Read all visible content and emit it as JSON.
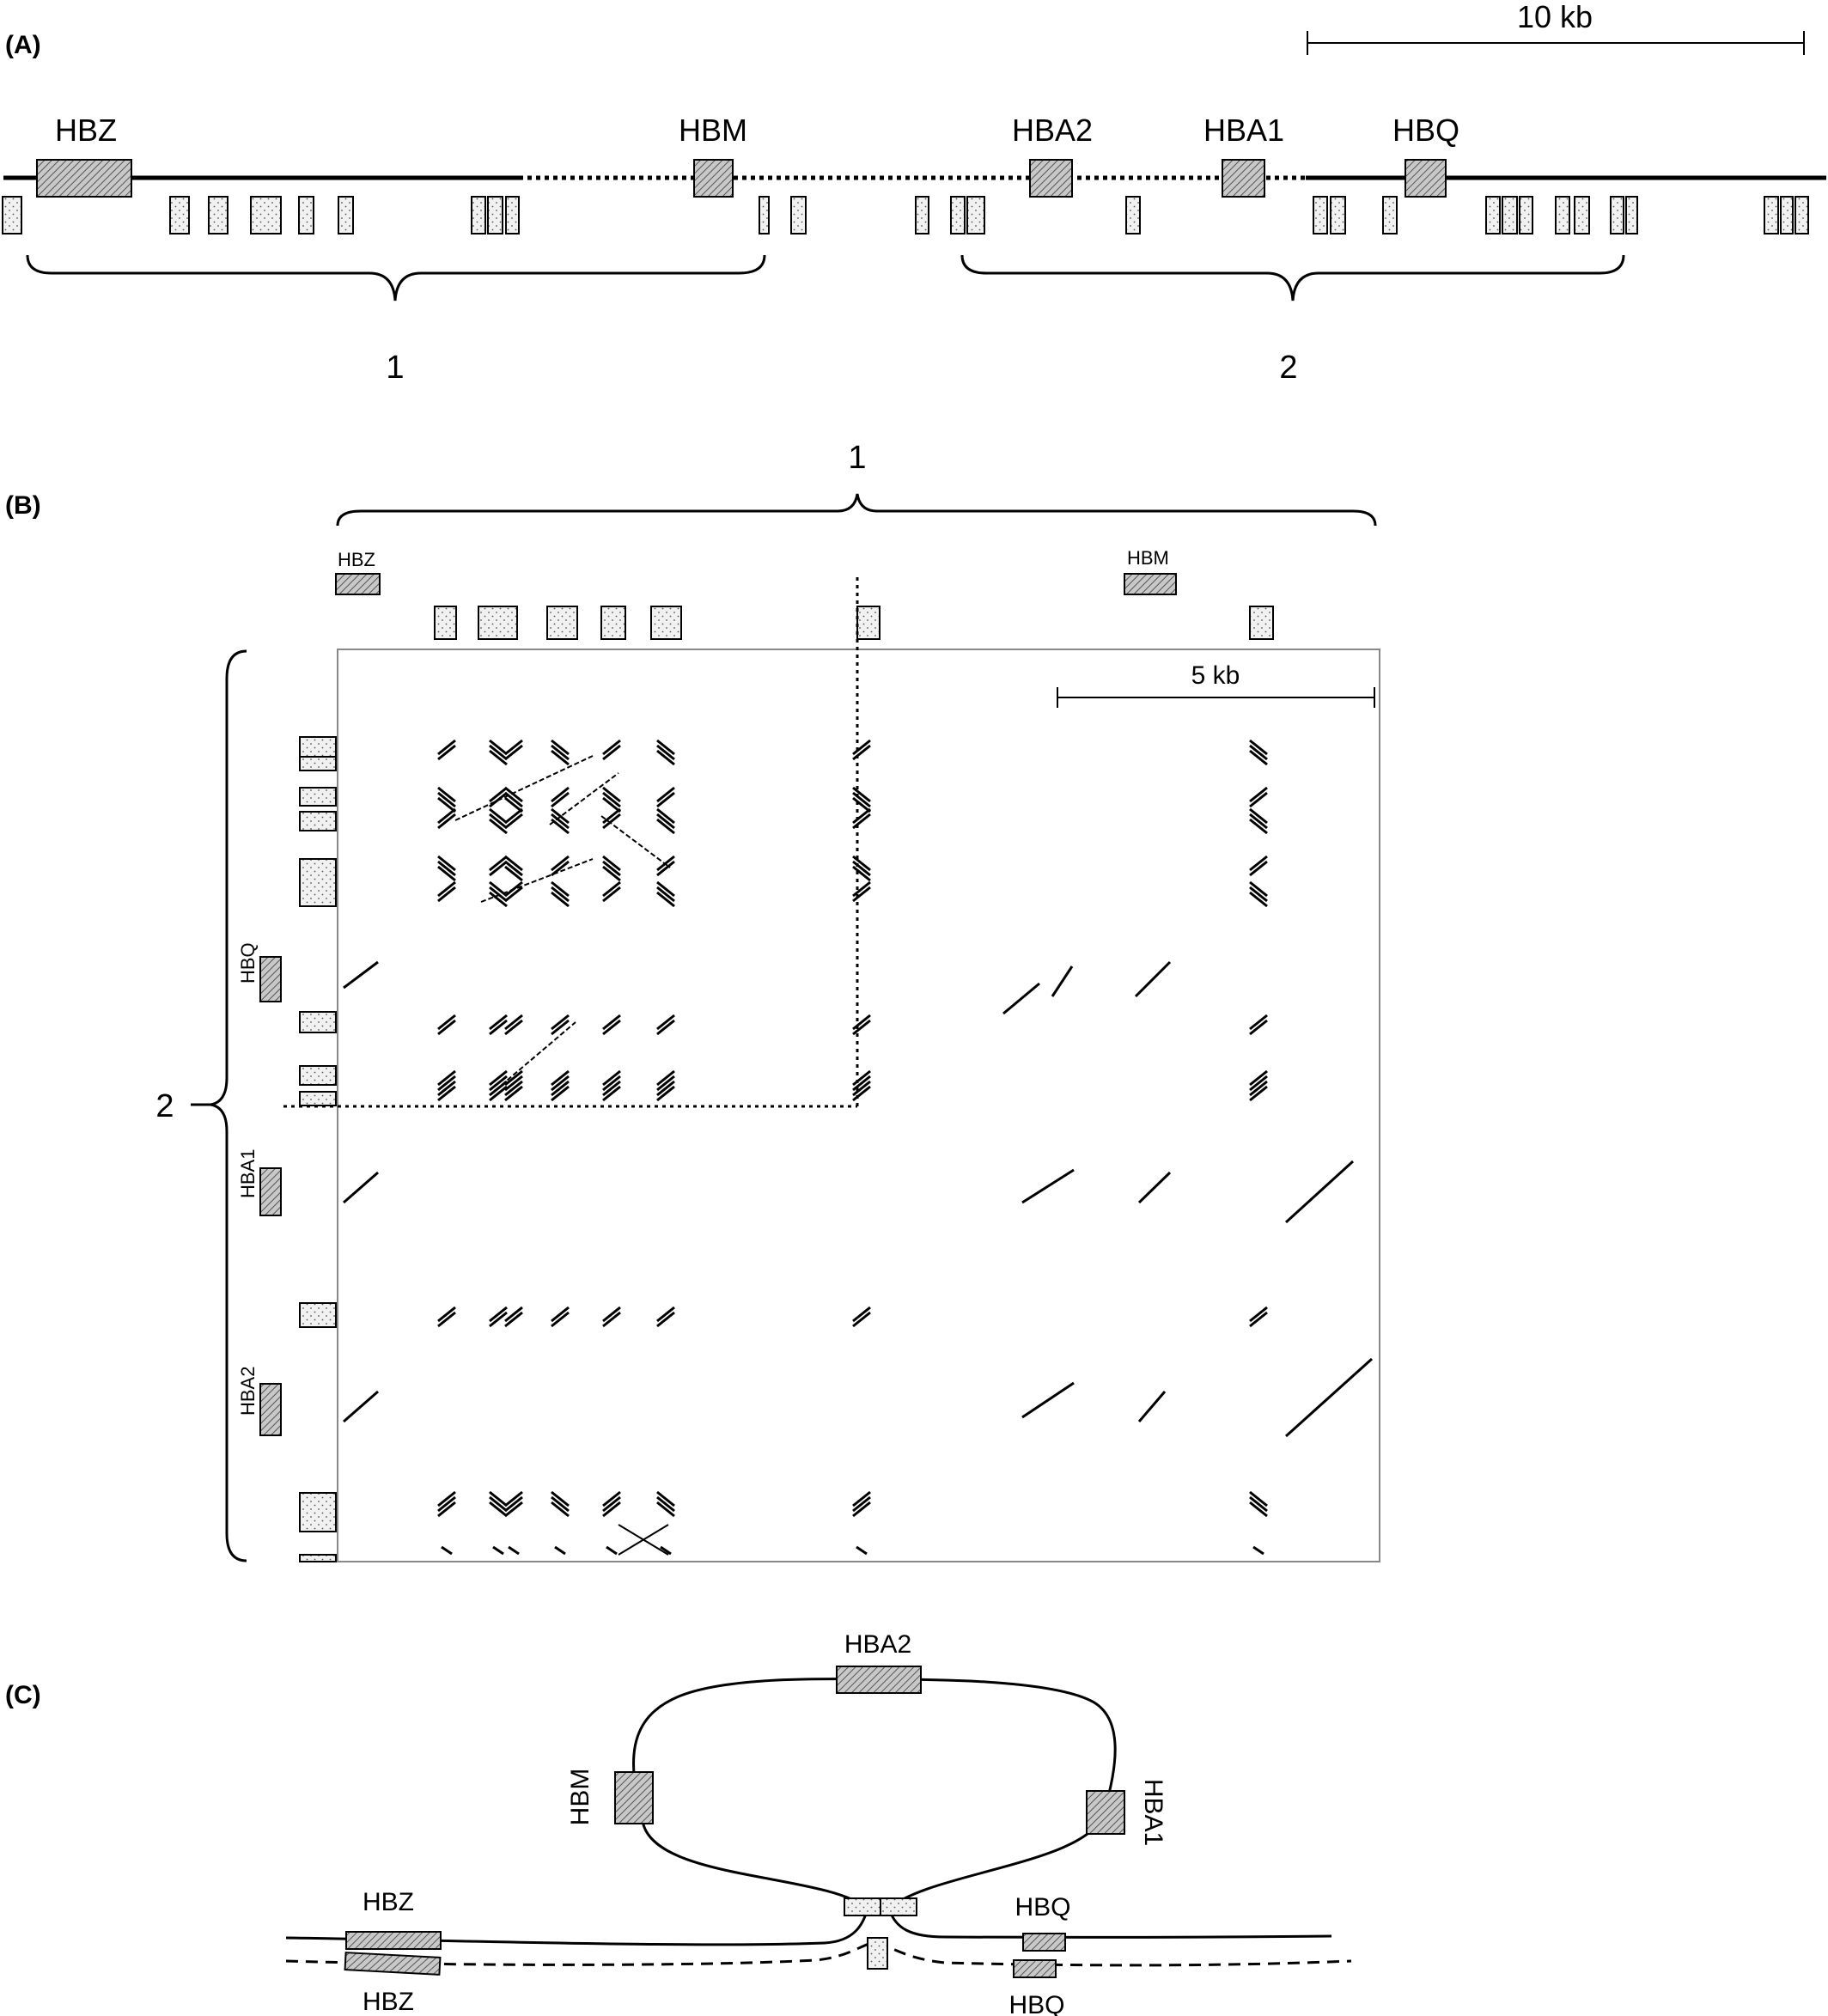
{
  "panels": {
    "a": "(A)",
    "b": "(B)",
    "c": "(C)"
  },
  "panel_a": {
    "scale_label": "10 kb",
    "genes": [
      "HBZ",
      "HBM",
      "HBA2",
      "HBA1",
      "HBQ"
    ],
    "brace_labels": [
      "1",
      "2"
    ]
  },
  "panel_b": {
    "brace_top_label": "1",
    "brace_left_label": "2",
    "top_genes": [
      "HBZ",
      "HBM"
    ],
    "left_genes": [
      "HBQ",
      "HBA1",
      "HBA2"
    ],
    "scale_label": "5 kb"
  },
  "panel_c": {
    "genes": [
      "HBA2",
      "HBM",
      "HBA1",
      "HBZ",
      "HBQ",
      "HBZ",
      "HBQ"
    ]
  },
  "colors": {
    "ink": "#000000",
    "hatch_fill": "#bdbdbd",
    "dot_fill": "#ececec"
  }
}
